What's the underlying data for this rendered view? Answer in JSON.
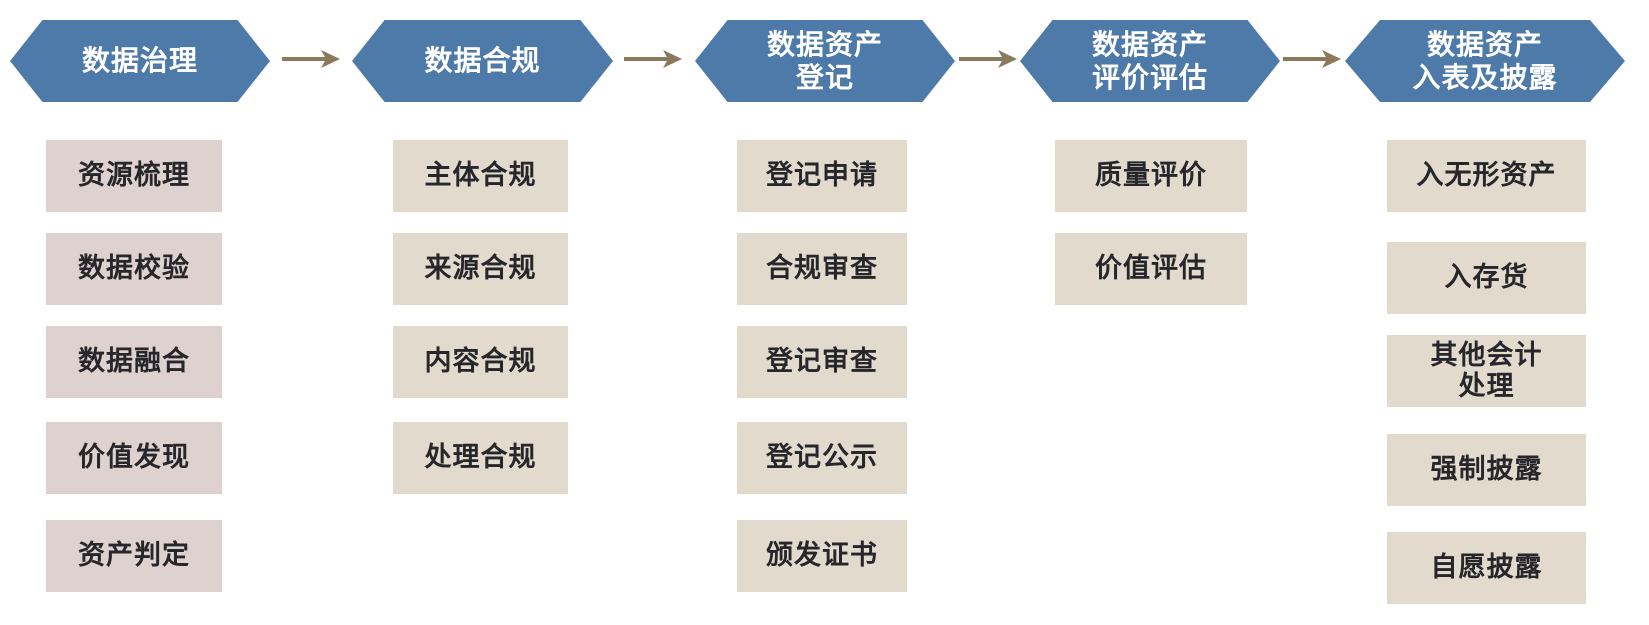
{
  "diagram": {
    "type": "process-flow",
    "direction": "left-to-right",
    "colors": {
      "stage_header_fill": "#4E7AA9",
      "stage_header_text": "#FFFFFF",
      "arrow": "#8C785A",
      "step_box_stage1": "#DDD2D0",
      "step_box_default": "#E1DACD",
      "step_text": "#26262B",
      "background": "#FFFFFF"
    },
    "stages": [
      {
        "label": "数据治理",
        "items": [
          "资源梳理",
          "数据校验",
          "数据融合",
          "价值发现",
          "资产判定"
        ]
      },
      {
        "label": "数据合规",
        "items": [
          "主体合规",
          "来源合规",
          "内容合规",
          "处理合规"
        ]
      },
      {
        "label": "数据资产\n登记",
        "items": [
          "登记申请",
          "合规审查",
          "登记审查",
          "登记公示",
          "颁发证书"
        ]
      },
      {
        "label": "数据资产\n评价评估",
        "items": [
          "质量评价",
          "价值评估"
        ]
      },
      {
        "label": "数据资产\n入表及披露",
        "items": [
          "入无形资产",
          "入存货",
          "其他会计\n处理",
          "强制披露",
          "自愿披露"
        ]
      }
    ]
  }
}
